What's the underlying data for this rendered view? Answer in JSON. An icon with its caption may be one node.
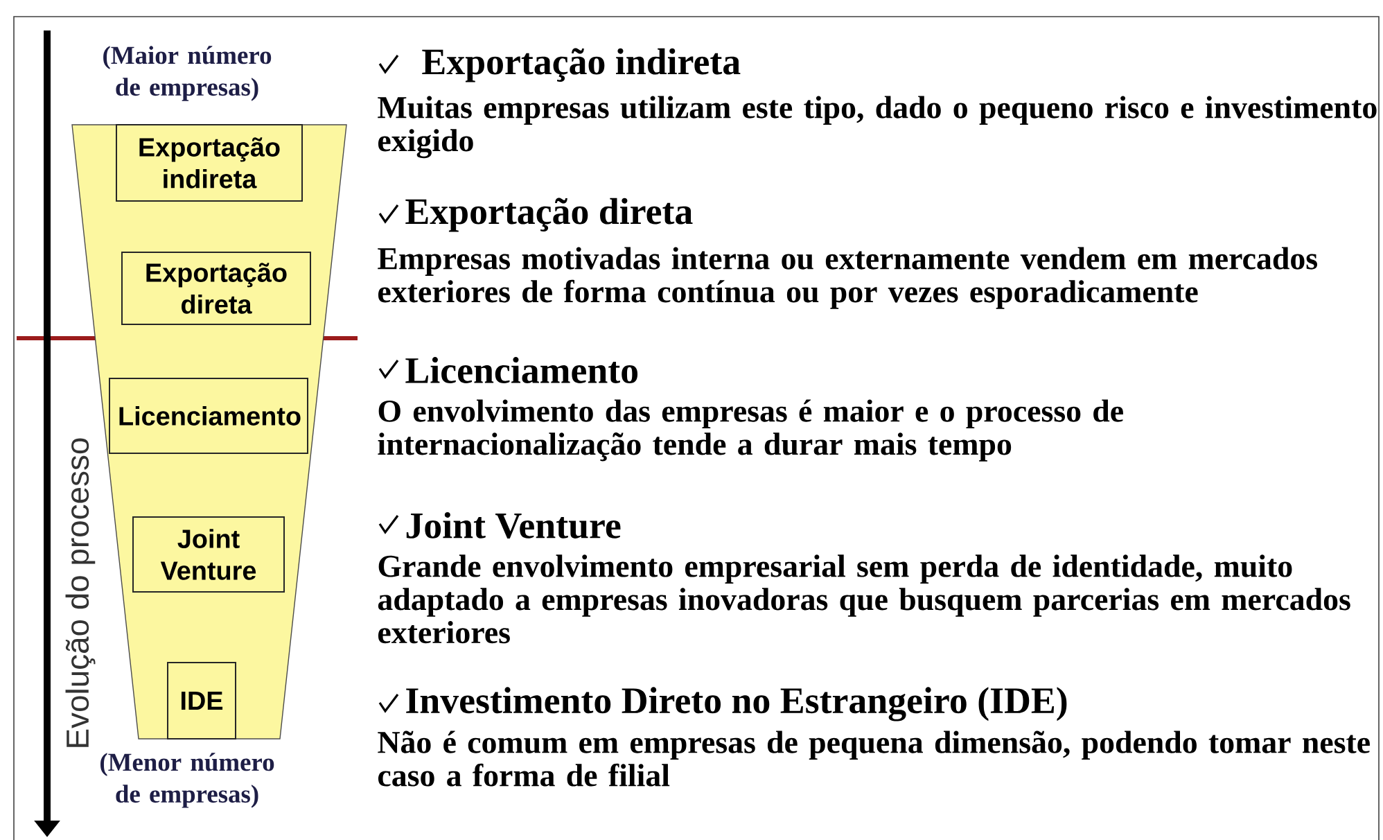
{
  "diagram": {
    "nodes": [
      {
        "text": [],
        "shape": "trapezoid"
      },
      {
        "text": [
          "Exportação indireta"
        ],
        "in": 0
      },
      {
        "text": [
          "Exportação direta"
        ],
        "in": 0
      },
      {
        "text": [
          "Licenciamento"
        ],
        "in": 0
      },
      {
        "text": [
          "Joint Venture"
        ],
        "in": 0
      },
      {
        "text": [
          "IDE"
        ],
        "in": 0
      }
    ],
    "edges": [],
    "labels": [
      "(Maior número de empresas)",
      "Evolução do processo",
      "(Menor número de empresas)",
      "Exportação indireta",
      "Muitas empresas utilizam este tipo, dado o pequeno risco e investimento exigido",
      "Exportação direta",
      "Empresas motivadas interna ou externamente vendem em mercados exteriores de forma contínua ou por vezes esporadicamente",
      "Licenciamento",
      "O envolvimento das empresas é maior e o processo de internacionalização tende a durar mais tempo",
      "Joint Venture",
      "Grande envolvimento empresarial sem perda de identidade, muito adaptado a empresas inovadoras que busquem parcerias em mercados exteriores",
      "Investimento Direto no Estrangeiro (IDE)",
      "Não é comum em empresas de pequena dimensão, podendo tomar neste caso a forma de filial"
    ]
  }
}
